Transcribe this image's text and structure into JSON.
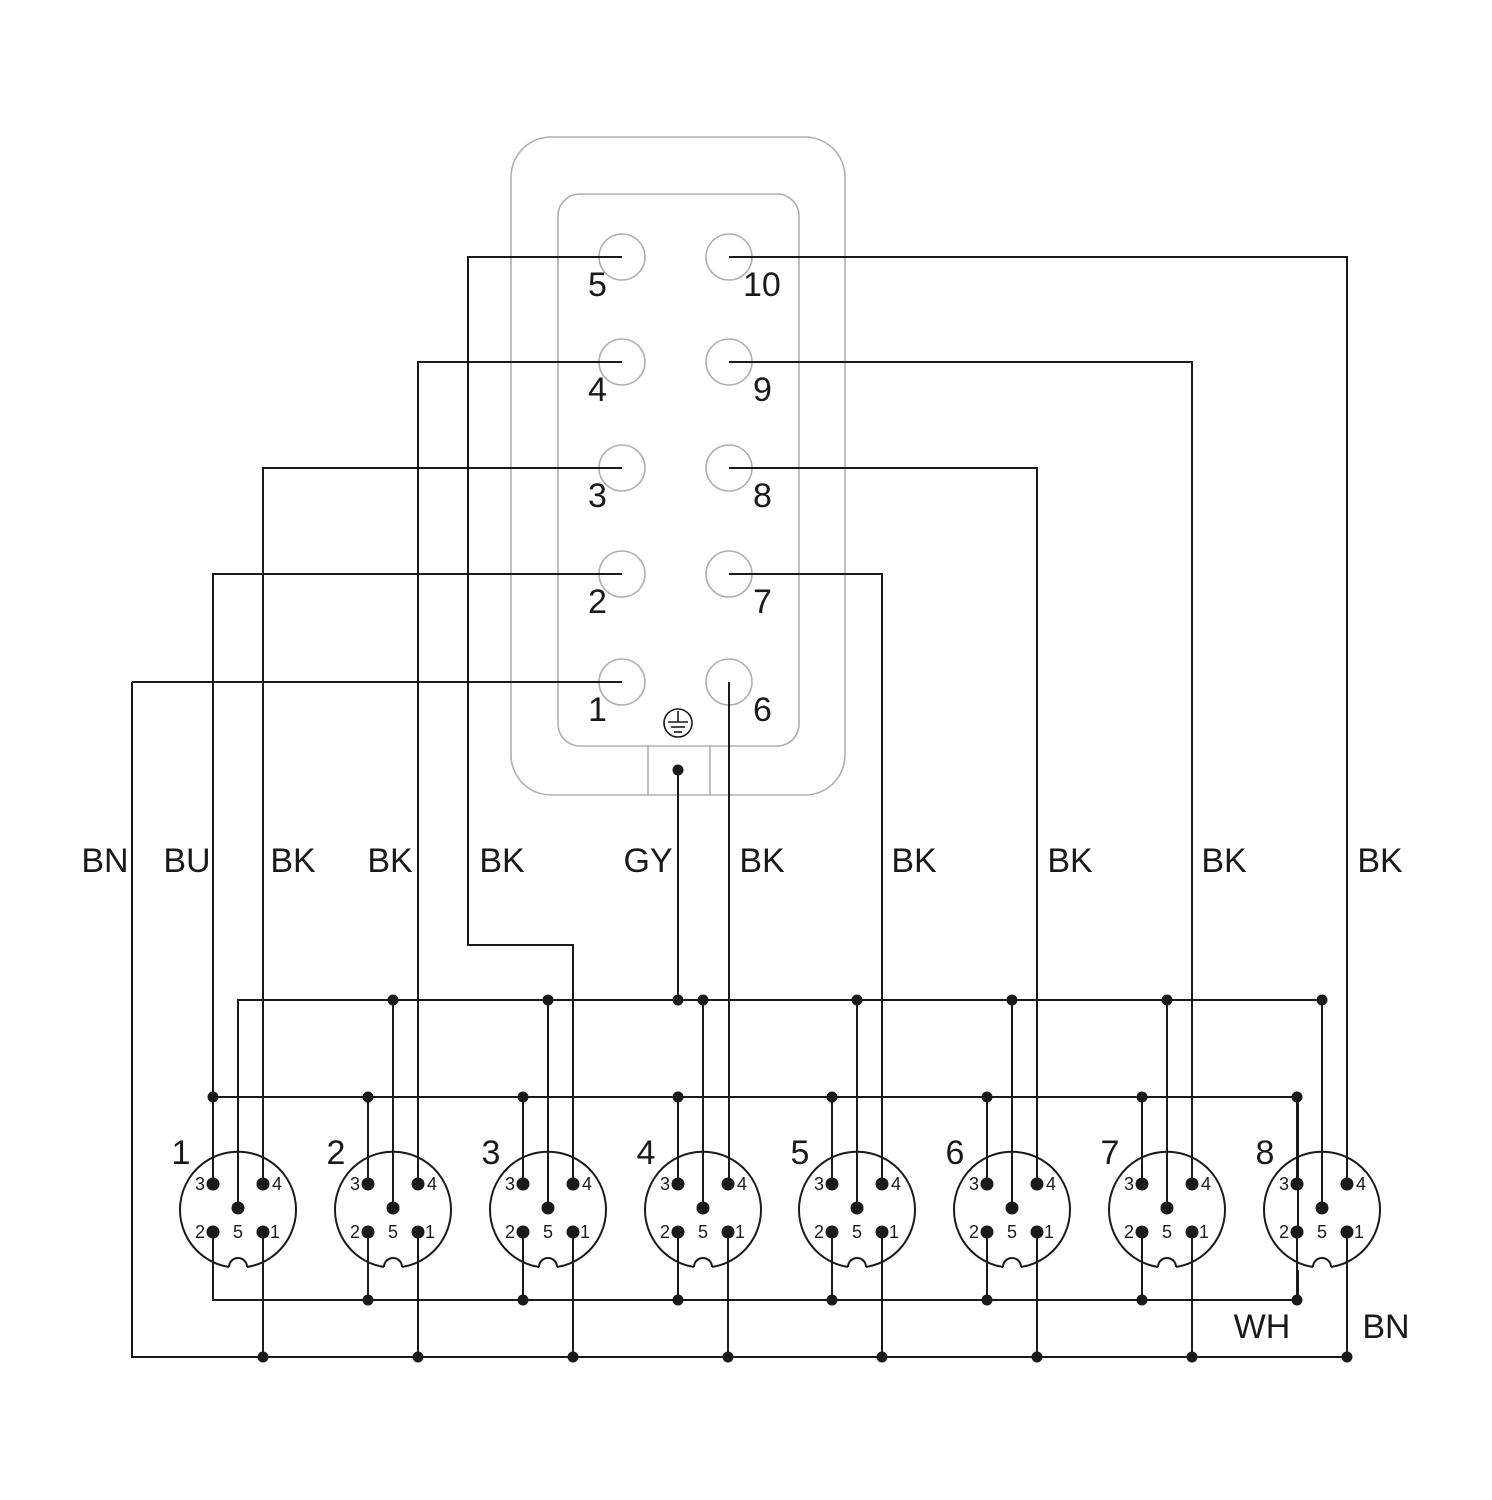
{
  "header_pins": [
    {
      "label": "1"
    },
    {
      "label": "2"
    },
    {
      "label": "3"
    },
    {
      "label": "4"
    },
    {
      "label": "5"
    },
    {
      "label": "6"
    },
    {
      "label": "7"
    },
    {
      "label": "8"
    },
    {
      "label": "9"
    },
    {
      "label": "10"
    }
  ],
  "ground_symbol": "protective-earth-icon",
  "wire_labels": [
    "BN",
    "BU",
    "BK",
    "BK",
    "BK",
    "GY",
    "BK",
    "BK",
    "BK",
    "BK",
    "BK"
  ],
  "bottom_labels": [
    "WH",
    "BN"
  ],
  "ports": [
    {
      "label": "1"
    },
    {
      "label": "2"
    },
    {
      "label": "3"
    },
    {
      "label": "4"
    },
    {
      "label": "5"
    },
    {
      "label": "6"
    },
    {
      "label": "7"
    },
    {
      "label": "8"
    }
  ],
  "port_pins": [
    "1",
    "2",
    "3",
    "4",
    "5"
  ]
}
